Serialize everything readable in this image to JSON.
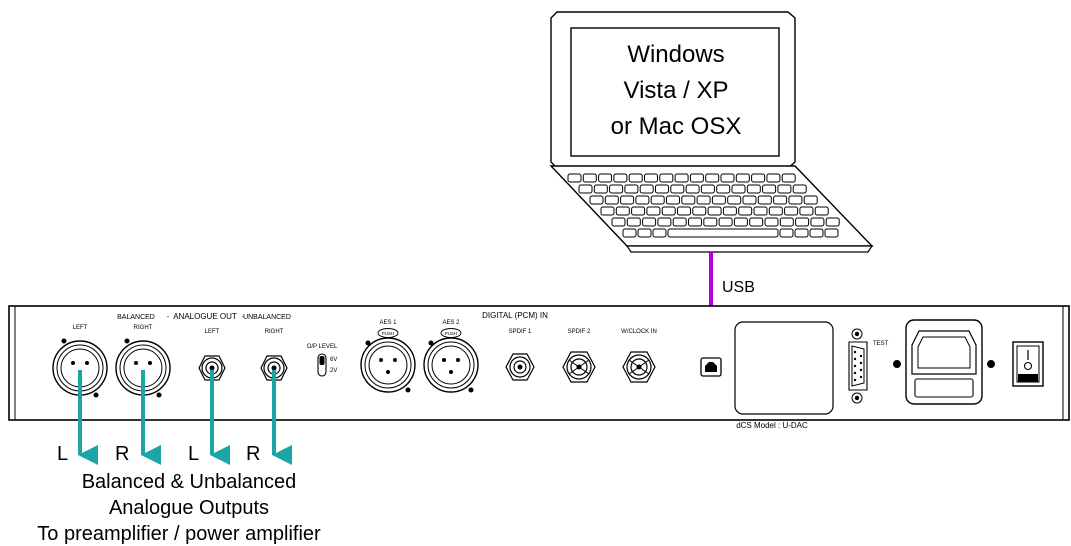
{
  "laptop": {
    "screen_lines": [
      "Windows",
      "Vista / XP",
      "or Mac OSX"
    ]
  },
  "usb_label": "USB",
  "panel": {
    "title_balanced": "BALANCED",
    "title_analogue": "ANALOGUE OUT",
    "title_unbalanced": "UNBALANCED",
    "title_digital": "DIGITAL (PCM) IN",
    "xlr_left": "LEFT",
    "xlr_right": "RIGHT",
    "rca_left": "LEFT",
    "rca_right": "RIGHT",
    "op_level": "O/P LEVEL",
    "op_6v": "6V",
    "op_2v": "2V",
    "aes1": "AES 1",
    "aes2": "AES 2",
    "push": "PUSH",
    "spdif1": "SPDIF 1",
    "spdif2": "SPDIF 2",
    "wclock": "W/CLOCK IN",
    "test": "TEST",
    "model": "dCS Model : U-DAC"
  },
  "outputs": {
    "ch_l1": "L",
    "ch_r1": "R",
    "ch_l2": "L",
    "ch_r2": "R",
    "caption_line1": "Balanced & Unbalanced",
    "caption_line2": "Analogue Outputs",
    "caption_line3": "To preamplifier / power amplifier"
  },
  "colors": {
    "usb_arrow": "#b400e0",
    "output_arrow": "#1aa6a6"
  }
}
